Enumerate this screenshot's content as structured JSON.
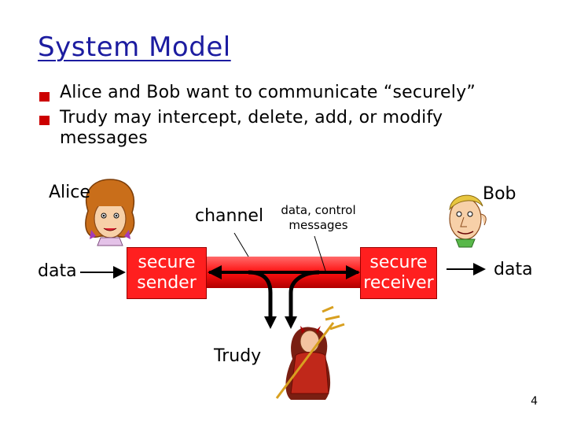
{
  "slide": {
    "title": "System Model",
    "bullets": [
      "Alice and Bob want to communicate “securely”",
      "Trudy may intercept, delete, add, or modify",
      "messages"
    ],
    "page_number": "4"
  },
  "diagram": {
    "alice_label": "Alice",
    "bob_label": "Bob",
    "trudy_label": "Trudy",
    "data_left": "data",
    "data_right": "data",
    "channel_label": "channel",
    "channel_note_1": "data, control",
    "channel_note_2": "messages",
    "sender_1": "secure",
    "sender_2": "sender",
    "receiver_1": "secure",
    "receiver_2": "receiver"
  },
  "colors": {
    "title": "#1c1ca0",
    "bullet": "#cc0000",
    "channel": "#ff1f1f"
  }
}
